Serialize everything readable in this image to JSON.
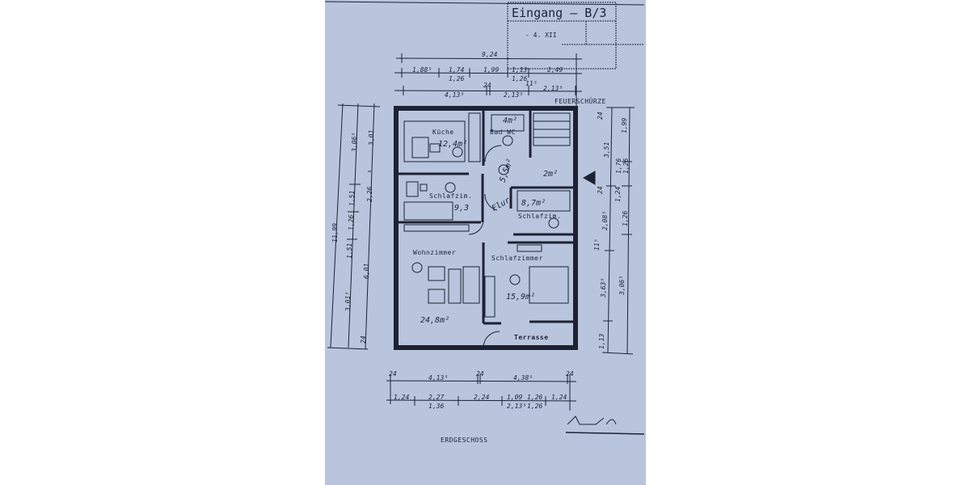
{
  "stamp": {
    "title": "Eingang – B/3",
    "date": "- 4. XII"
  },
  "header_label": "FEUERSCHÜRZE",
  "footer_label": "ERDGESCHOSS",
  "colors": {
    "paper": "#b8c5dd",
    "ink": "#1d2233"
  },
  "rooms": [
    {
      "name": "Küche",
      "area": "12,4m²"
    },
    {
      "name": "Bad WC",
      "area": "4m²"
    },
    {
      "name": "Flur",
      "area": "5,5m²"
    },
    {
      "name": "Schlafzim.",
      "area": "9,3"
    },
    {
      "name": "Schlafzim.",
      "area": "8,7m²"
    },
    {
      "name": "Wohnzimmer",
      "area": "24,8m²"
    },
    {
      "name": "Schlafzimmer",
      "area": "15,9m²"
    },
    {
      "name": "",
      "area": "2m²"
    },
    {
      "name": "Terrasse",
      "area": ""
    }
  ],
  "dimensions": {
    "top_total": "9,24",
    "top_row1": [
      "1,88⁵",
      "1,74",
      "1,26",
      "1,99",
      "1,13",
      "1,26",
      "2,49"
    ],
    "top_row2": [
      "4,13⁵",
      "24",
      "2,13⁵",
      "11⁵",
      "2,13⁵"
    ],
    "left": [
      "11,99",
      "3,06⁵",
      "1,51",
      "1,26",
      "1,51",
      "3,01⁵",
      "3,01",
      "2,26",
      "6,01",
      "24"
    ],
    "right": [
      "24",
      "3,51",
      "24",
      "2,08⁵",
      "11⁵",
      "3,63⁵",
      "1,13",
      "1,99",
      "1,76",
      "1,26",
      "1,24",
      "1,26",
      "3,06⁵"
    ],
    "bottom_row1": [
      "24",
      "4,13⁵",
      "24",
      "4,38⁵",
      "24"
    ],
    "bottom_row2": [
      "1,24",
      "2,27",
      "1,36",
      "2,24",
      "1,09",
      "2,13⁵",
      "1,26",
      "1,26",
      "1,24"
    ]
  }
}
